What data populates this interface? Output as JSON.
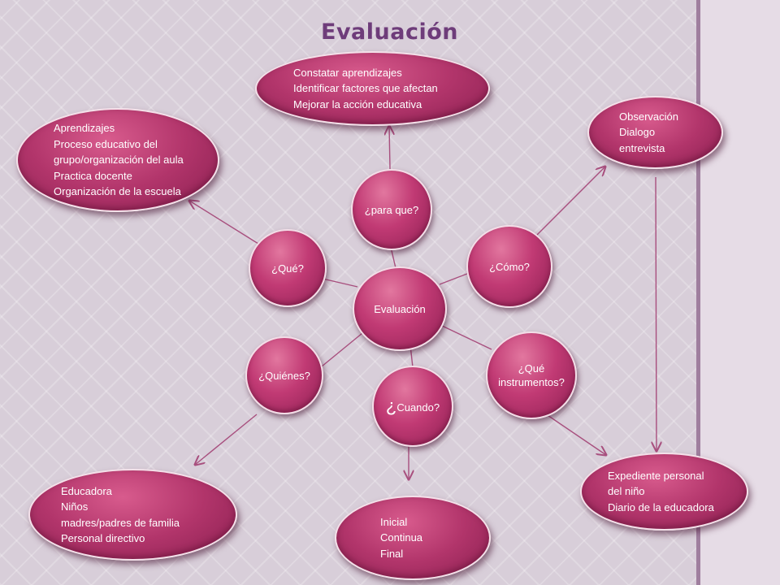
{
  "title": "Evaluación",
  "colors": {
    "node_fill": "#b8316b",
    "node_border": "#f3dde7",
    "connector": "#a84f7e",
    "title": "#6e3c7a",
    "background": "#d8ced9",
    "right_band": "#e6dce6"
  },
  "center": {
    "label": "Evaluación"
  },
  "questions": {
    "para_que": "¿para que?",
    "que": "¿Qué?",
    "como": "¿Cómo?",
    "quienes": "¿Quiénes?",
    "cuando_mark": "¿",
    "cuando_text": "Cuando?",
    "instrumentos": [
      "¿Qué",
      "instrumentos?"
    ]
  },
  "answers": {
    "para_que": [
      "Constatar aprendizajes",
      "Identificar factores que afectan",
      "Mejorar la acción educativa"
    ],
    "que": [
      "Aprendizajes",
      "Proceso educativo del",
      "grupo/organización del aula",
      "Practica docente",
      "Organización de la escuela"
    ],
    "como": [
      "Observación",
      "Dialogo",
      "entrevista"
    ],
    "instrumentos": [
      "Expediente personal",
      "del niño",
      "Diario de la educadora"
    ],
    "cuando": [
      "Inicial",
      "Continua",
      "Final"
    ],
    "quienes": [
      "Educadora",
      "Niños",
      "madres/padres de familia",
      "Personal directivo"
    ]
  }
}
